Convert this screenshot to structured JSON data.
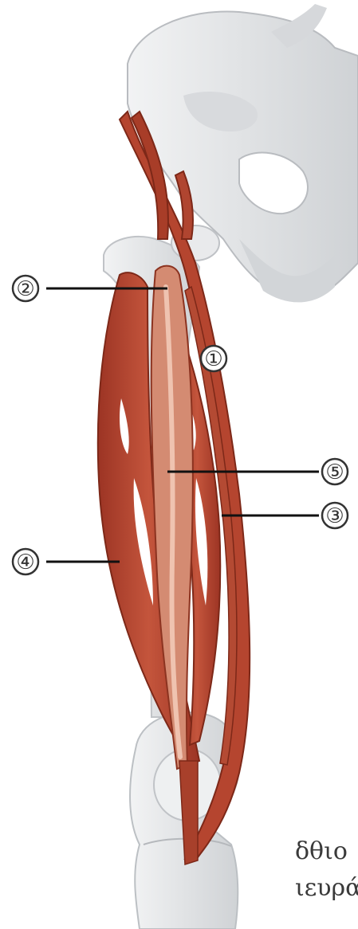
{
  "labels": [
    {
      "id": "label-1",
      "text": "①"
    },
    {
      "id": "label-2",
      "text": "②"
    },
    {
      "id": "label-3",
      "text": "③"
    },
    {
      "id": "label-4",
      "text": "④"
    },
    {
      "id": "label-5",
      "text": "⑤"
    }
  ],
  "caption": {
    "line1": "δθιο",
    "line2": "ιευρά"
  },
  "colors": {
    "muscle": "#b8442e",
    "muscle_dark": "#8f2e1e",
    "muscle_light": "#d98f78",
    "bone": "#e4e6e8",
    "bone_shadow": "#c9ccd0",
    "leader_line": "#111111"
  }
}
